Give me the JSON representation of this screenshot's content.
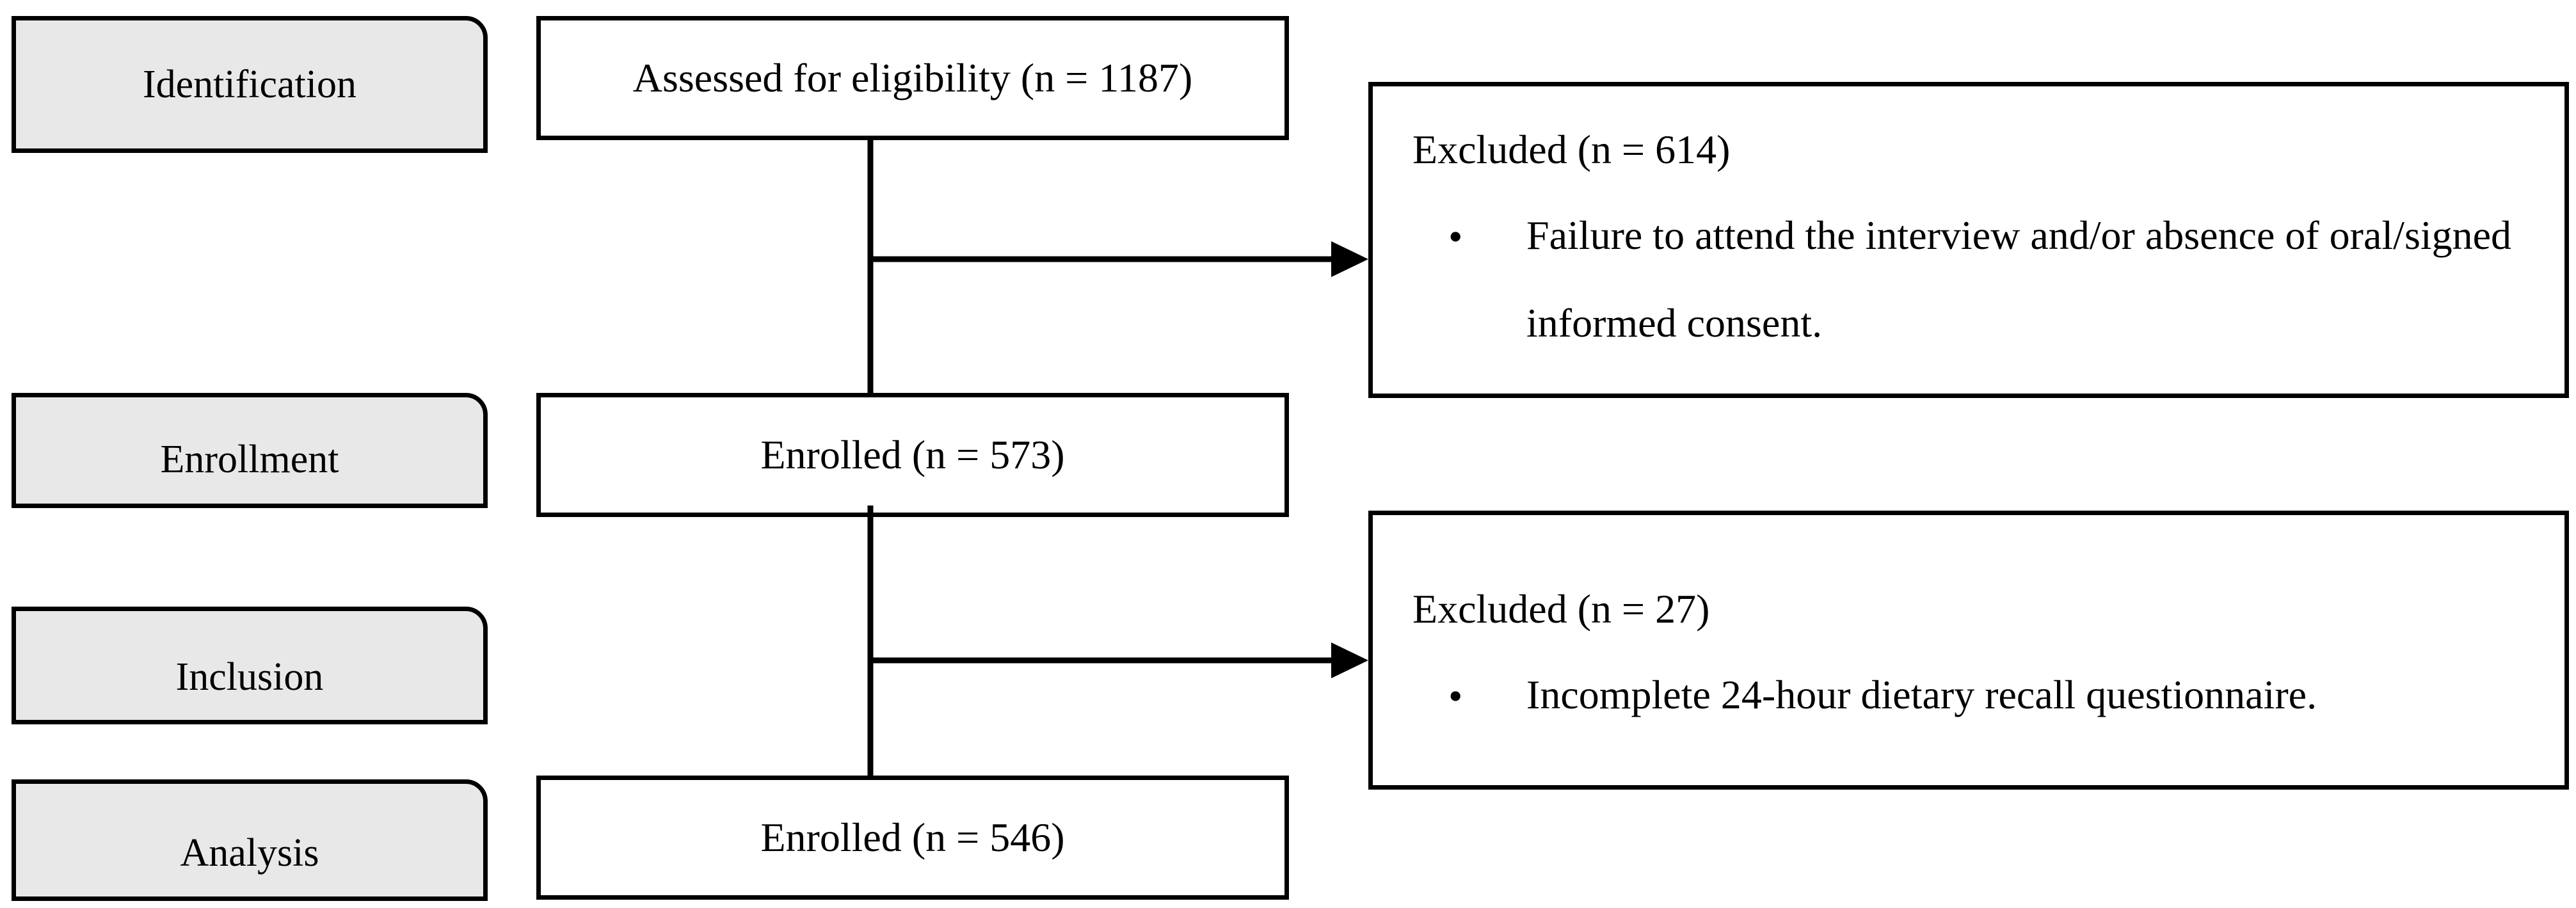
{
  "stages": {
    "identification": "Identification",
    "enrollment": "Enrollment",
    "inclusion": "Inclusion",
    "analysis": "Analysis"
  },
  "flow": {
    "assessed": "Assessed for eligibility (n = 1187)",
    "enrolled_1": "Enrolled (n = 573)",
    "enrolled_2": "Enrolled (n = 546)"
  },
  "exclusions": {
    "first": {
      "heading": "Excluded (n = 614)",
      "bullet": "•",
      "reason": "Failure to attend the interview and/or absence of oral/signed informed consent."
    },
    "second": {
      "heading": "Excluded (n = 27)",
      "bullet": "•",
      "reason": "Incomplete 24-hour dietary recall questionnaire."
    }
  },
  "colors": {
    "stage_fill": "#e8e8e8",
    "border": "#000000",
    "background": "#ffffff"
  }
}
